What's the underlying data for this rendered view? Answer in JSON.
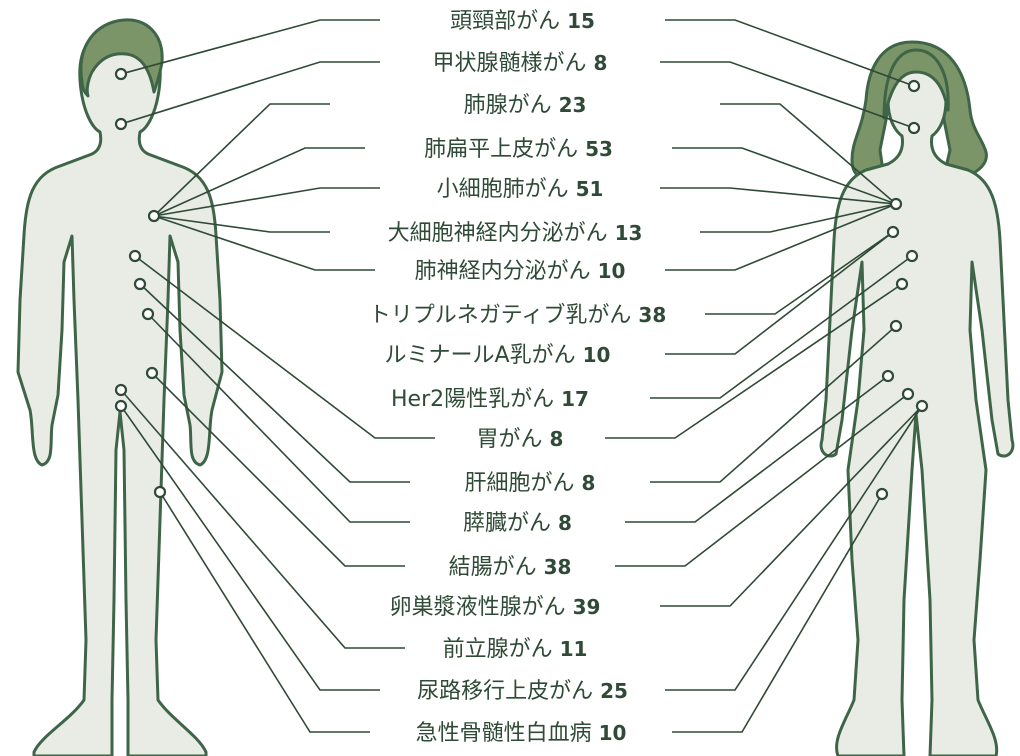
{
  "colors": {
    "body_fill": "#e8ece5",
    "outline": "#3f6548",
    "hair": "#7b9468",
    "line": "#2f4a36",
    "text": "#2f4a36"
  },
  "cancers": [
    {
      "name": "頭頸部がん",
      "count": "15"
    },
    {
      "name": "甲状腺髄様がん",
      "count": "8"
    },
    {
      "name": "肺腺がん",
      "count": "23"
    },
    {
      "name": "肺扁平上皮がん",
      "count": "53"
    },
    {
      "name": "小細胞肺がん",
      "count": "51"
    },
    {
      "name": "大細胞神経内分泌がん",
      "count": "13"
    },
    {
      "name": "肺神経内分泌がん",
      "count": "10"
    },
    {
      "name": "トリプルネガティブ乳がん",
      "count": "38"
    },
    {
      "name": "ルミナールA乳がん",
      "count": "10"
    },
    {
      "name": "Her2陽性乳がん",
      "count": "17"
    },
    {
      "name": "胃がん",
      "count": "8"
    },
    {
      "name": "肝細胞がん",
      "count": "8"
    },
    {
      "name": "膵臓がん",
      "count": "8"
    },
    {
      "name": "結腸がん",
      "count": "38"
    },
    {
      "name": "卵巣漿液性腺がん",
      "count": "39"
    },
    {
      "name": "前立腺がん",
      "count": "11"
    },
    {
      "name": "尿路移行上皮がん",
      "count": "25"
    },
    {
      "name": "急性骨髄性白血病",
      "count": "10"
    }
  ]
}
